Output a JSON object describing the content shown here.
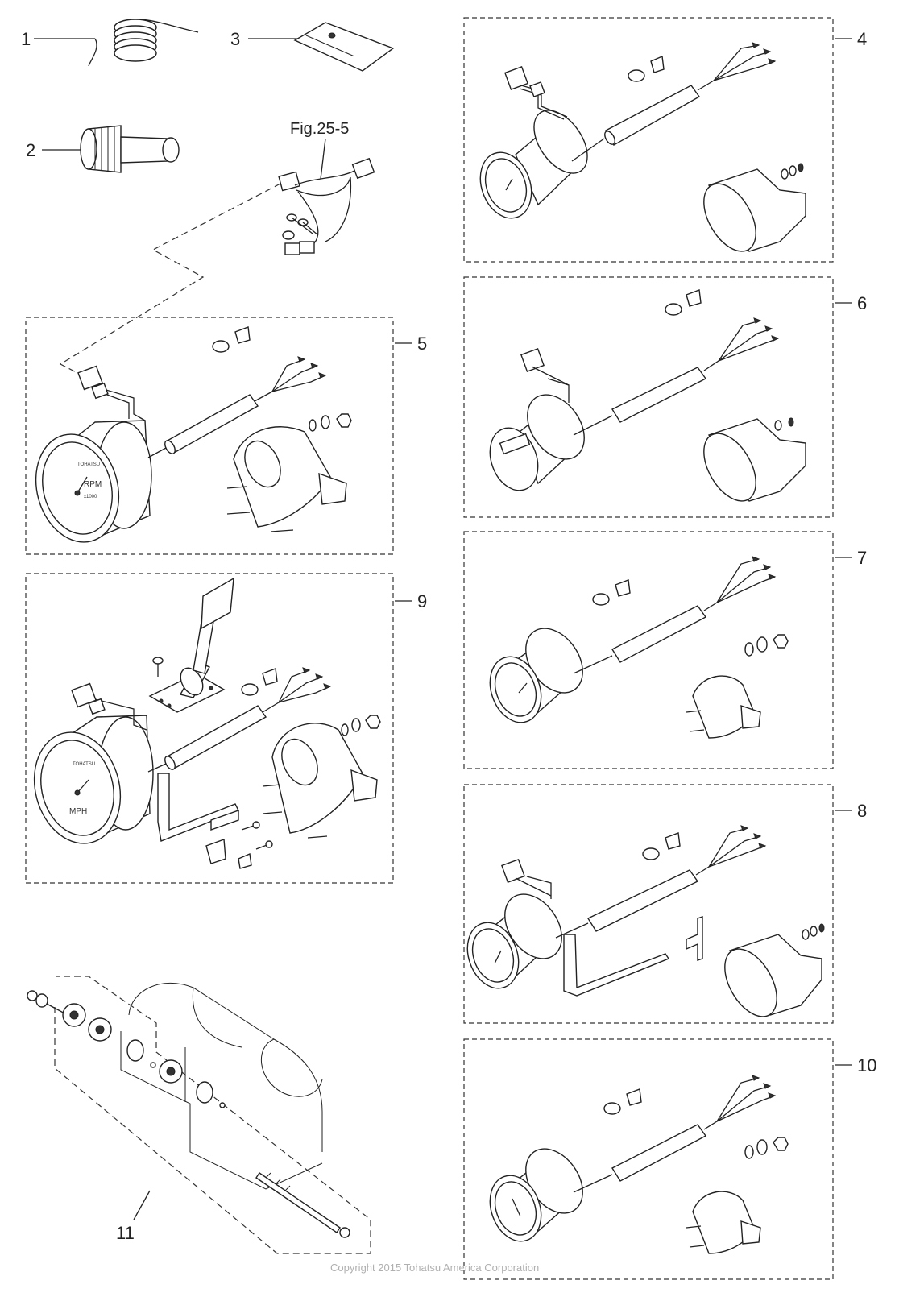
{
  "callouts": {
    "c1": "1",
    "c2": "2",
    "c3": "3",
    "c4": "4",
    "c5": "5",
    "c6": "6",
    "c7": "7",
    "c8": "8",
    "c9": "9",
    "c10": "10",
    "c11": "11"
  },
  "figure_ref": "Fig.25-5",
  "gauge_text": {
    "brand": "TOHATSU",
    "rpm": "RPM",
    "rpm_scale": "x1000",
    "mph": "MPH"
  },
  "copyright": "Copyright 2015 Tohatsu America Corporation"
}
